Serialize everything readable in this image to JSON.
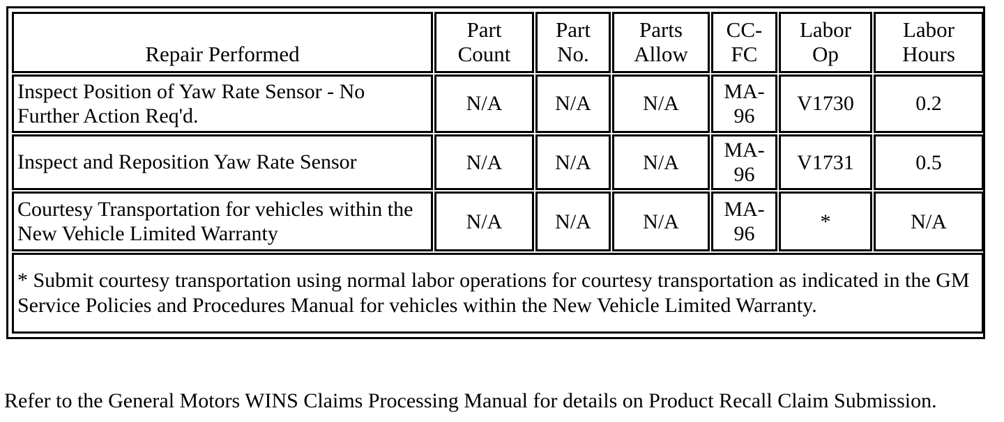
{
  "table": {
    "headers": [
      "Repair Performed",
      "Part Count",
      "Part No.",
      "Parts Allow",
      "CC-FC",
      "Labor Op",
      "Labor Hours"
    ],
    "header_lines": {
      "repair": "Repair Performed",
      "part_count_l1": "Part",
      "part_count_l2": "Count",
      "part_no_l1": "Part",
      "part_no_l2": "No.",
      "parts_allow_l1": "Parts",
      "parts_allow_l2": "Allow",
      "ccfc_l1": "CC-",
      "ccfc_l2": "FC",
      "labor_op_l1": "Labor",
      "labor_op_l2": "Op",
      "labor_hours_l1": "Labor",
      "labor_hours_l2": "Hours"
    },
    "rows": [
      {
        "repair": "Inspect Position of Yaw Rate Sensor - No Further Action Req'd.",
        "part_count": "N/A",
        "part_no": "N/A",
        "parts_allow": "N/A",
        "ccfc_l1": "MA-",
        "ccfc_l2": "96",
        "labor_op": "V1730",
        "labor_hours": "0.2"
      },
      {
        "repair": "Inspect and Reposition Yaw Rate Sensor",
        "part_count": "N/A",
        "part_no": "N/A",
        "parts_allow": "N/A",
        "ccfc_l1": "MA-",
        "ccfc_l2": "96",
        "labor_op": "V1731",
        "labor_hours": "0.5"
      },
      {
        "repair": "Courtesy Transportation for vehicles within the New Vehicle Limited Warranty",
        "part_count": "N/A",
        "part_no": "N/A",
        "parts_allow": "N/A",
        "ccfc_l1": "MA-",
        "ccfc_l2": "96",
        "labor_op": "*",
        "labor_hours": "N/A"
      }
    ],
    "footnote": "* Submit courtesy transportation using normal labor operations for courtesy transportation as indicated in the GM Service Policies and Procedures Manual for vehicles within the New Vehicle Limited Warranty."
  },
  "closing_note": "Refer to the General Motors WINS Claims Processing Manual for details on Product Recall Claim Submission.",
  "colors": {
    "text": "#000000",
    "background": "#ffffff",
    "border": "#000000"
  }
}
